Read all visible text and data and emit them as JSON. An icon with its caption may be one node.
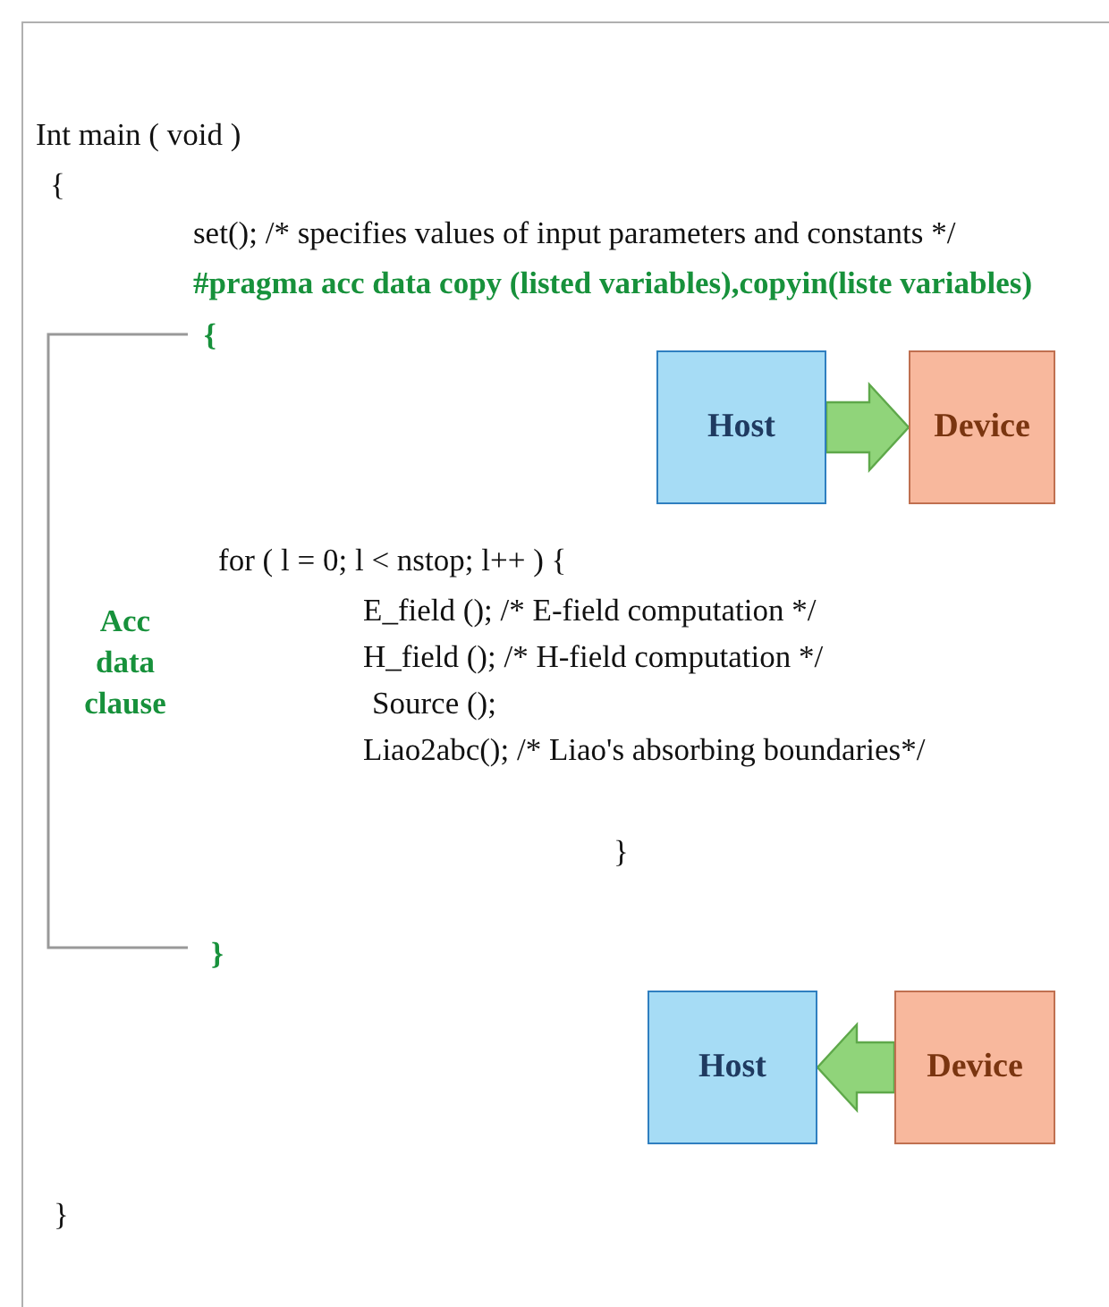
{
  "diagram": {
    "nodes": [
      {
        "text": [
          "Host"
        ]
      },
      {
        "text": [
          "Device"
        ]
      },
      {
        "text": [
          "Host"
        ]
      },
      {
        "text": [
          "Device"
        ]
      }
    ],
    "edges": [
      {
        "from": 0,
        "to": 1,
        "arrow": "to"
      },
      {
        "from": 3,
        "to": 2,
        "arrow": "to"
      }
    ],
    "labels": [
      "Int main ( void )",
      "{",
      "set(); /* specifies values of input parameters and constants */",
      "#pragma acc data copy (listed variables),copyin(liste variables)",
      "{",
      "Acc data clause",
      "for ( l = 0; l < nstop; l++ ) {",
      "E_field (); /* E-field computation */",
      "H_field (); /* H-field computation */",
      "Source ();",
      "Liao2abc();  /* Liao's absorbing boundaries*/",
      "}",
      "}",
      "}"
    ]
  }
}
